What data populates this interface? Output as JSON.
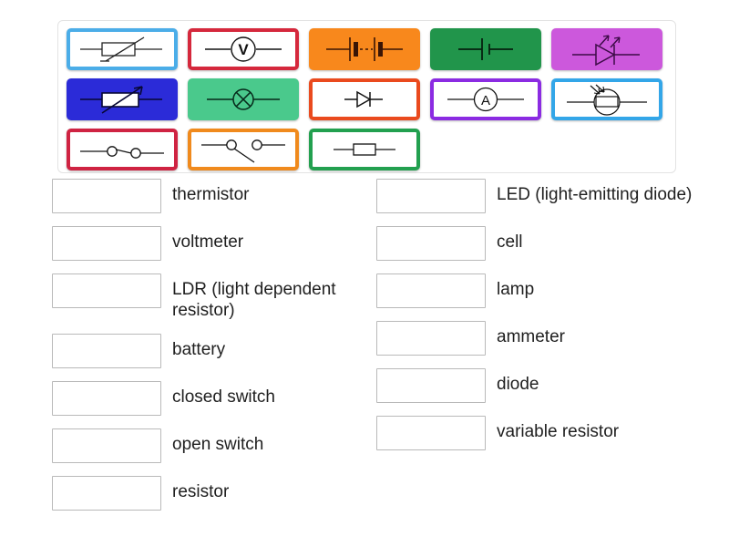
{
  "activity": {
    "type": "match-up-drag-and-drop",
    "title": "Circuit symbols matching activity"
  },
  "tile_tray": {
    "name": "draggable-symbol-tiles",
    "rows": [
      [
        {
          "id": "tile-thermistor",
          "symbol": "thermistor-symbol",
          "style": "outline",
          "color": "#4BADE8",
          "fill": "#ffffff"
        },
        {
          "id": "tile-voltmeter",
          "symbol": "voltmeter-symbol",
          "style": "outline",
          "color": "#D5283C",
          "fill": "#ffffff"
        },
        {
          "id": "tile-battery",
          "symbol": "battery-symbol",
          "style": "solid",
          "color": "#F8881C",
          "fill": "#F8881C"
        },
        {
          "id": "tile-cell",
          "symbol": "cell-symbol",
          "style": "solid",
          "color": "#21954B",
          "fill": "#21954B"
        },
        {
          "id": "tile-led",
          "symbol": "led-symbol",
          "style": "solid",
          "color": "#CC58DC",
          "fill": "#CC58DC"
        }
      ],
      [
        {
          "id": "tile-variable-resistor",
          "symbol": "variable-resistor-symbol",
          "style": "solid",
          "color": "#2B2BD8",
          "fill": "#2B2BD8"
        },
        {
          "id": "tile-lamp",
          "symbol": "lamp-symbol",
          "style": "solid",
          "color": "#4AC98C",
          "fill": "#4AC98C"
        },
        {
          "id": "tile-diode",
          "symbol": "diode-symbol",
          "style": "outline",
          "color": "#EA4A1E",
          "fill": "#ffffff"
        },
        {
          "id": "tile-ammeter",
          "symbol": "ammeter-symbol",
          "style": "outline",
          "color": "#8B2BE2",
          "fill": "#ffffff"
        },
        {
          "id": "tile-ldr",
          "symbol": "ldr-symbol",
          "style": "outline",
          "color": "#33A6E8",
          "fill": "#ffffff"
        }
      ],
      [
        {
          "id": "tile-closed-switch",
          "symbol": "closed-switch-symbol",
          "style": "outline",
          "color": "#CF2342",
          "fill": "#ffffff"
        },
        {
          "id": "tile-open-switch",
          "symbol": "open-switch-symbol",
          "style": "outline",
          "color": "#F08A1D",
          "fill": "#ffffff"
        },
        {
          "id": "tile-resistor",
          "symbol": "resistor-symbol",
          "style": "outline",
          "color": "#22A04F",
          "fill": "#ffffff"
        }
      ]
    ]
  },
  "answers": {
    "left_column": [
      {
        "label": "thermistor",
        "dropzone_value": ""
      },
      {
        "label": "voltmeter",
        "dropzone_value": ""
      },
      {
        "label": "LDR (light dependent resistor)",
        "dropzone_value": ""
      },
      {
        "label": "battery",
        "dropzone_value": ""
      },
      {
        "label": "closed switch",
        "dropzone_value": ""
      },
      {
        "label": "open switch",
        "dropzone_value": ""
      },
      {
        "label": "resistor",
        "dropzone_value": ""
      }
    ],
    "right_column": [
      {
        "label": "LED (light-emitting diode)",
        "dropzone_value": ""
      },
      {
        "label": "cell",
        "dropzone_value": ""
      },
      {
        "label": "lamp",
        "dropzone_value": ""
      },
      {
        "label": "ammeter",
        "dropzone_value": ""
      },
      {
        "label": "diode",
        "dropzone_value": ""
      },
      {
        "label": "variable resistor",
        "dropzone_value": ""
      }
    ]
  },
  "colors": {
    "tray_border": "#e3e3e3",
    "dropzone_border": "#b9b9b9",
    "text": "#1f1f1f",
    "symbol_stroke": "#111111",
    "page_background": "#ffffff"
  },
  "meter_glyphs": {
    "voltmeter": "V",
    "ammeter": "A"
  }
}
